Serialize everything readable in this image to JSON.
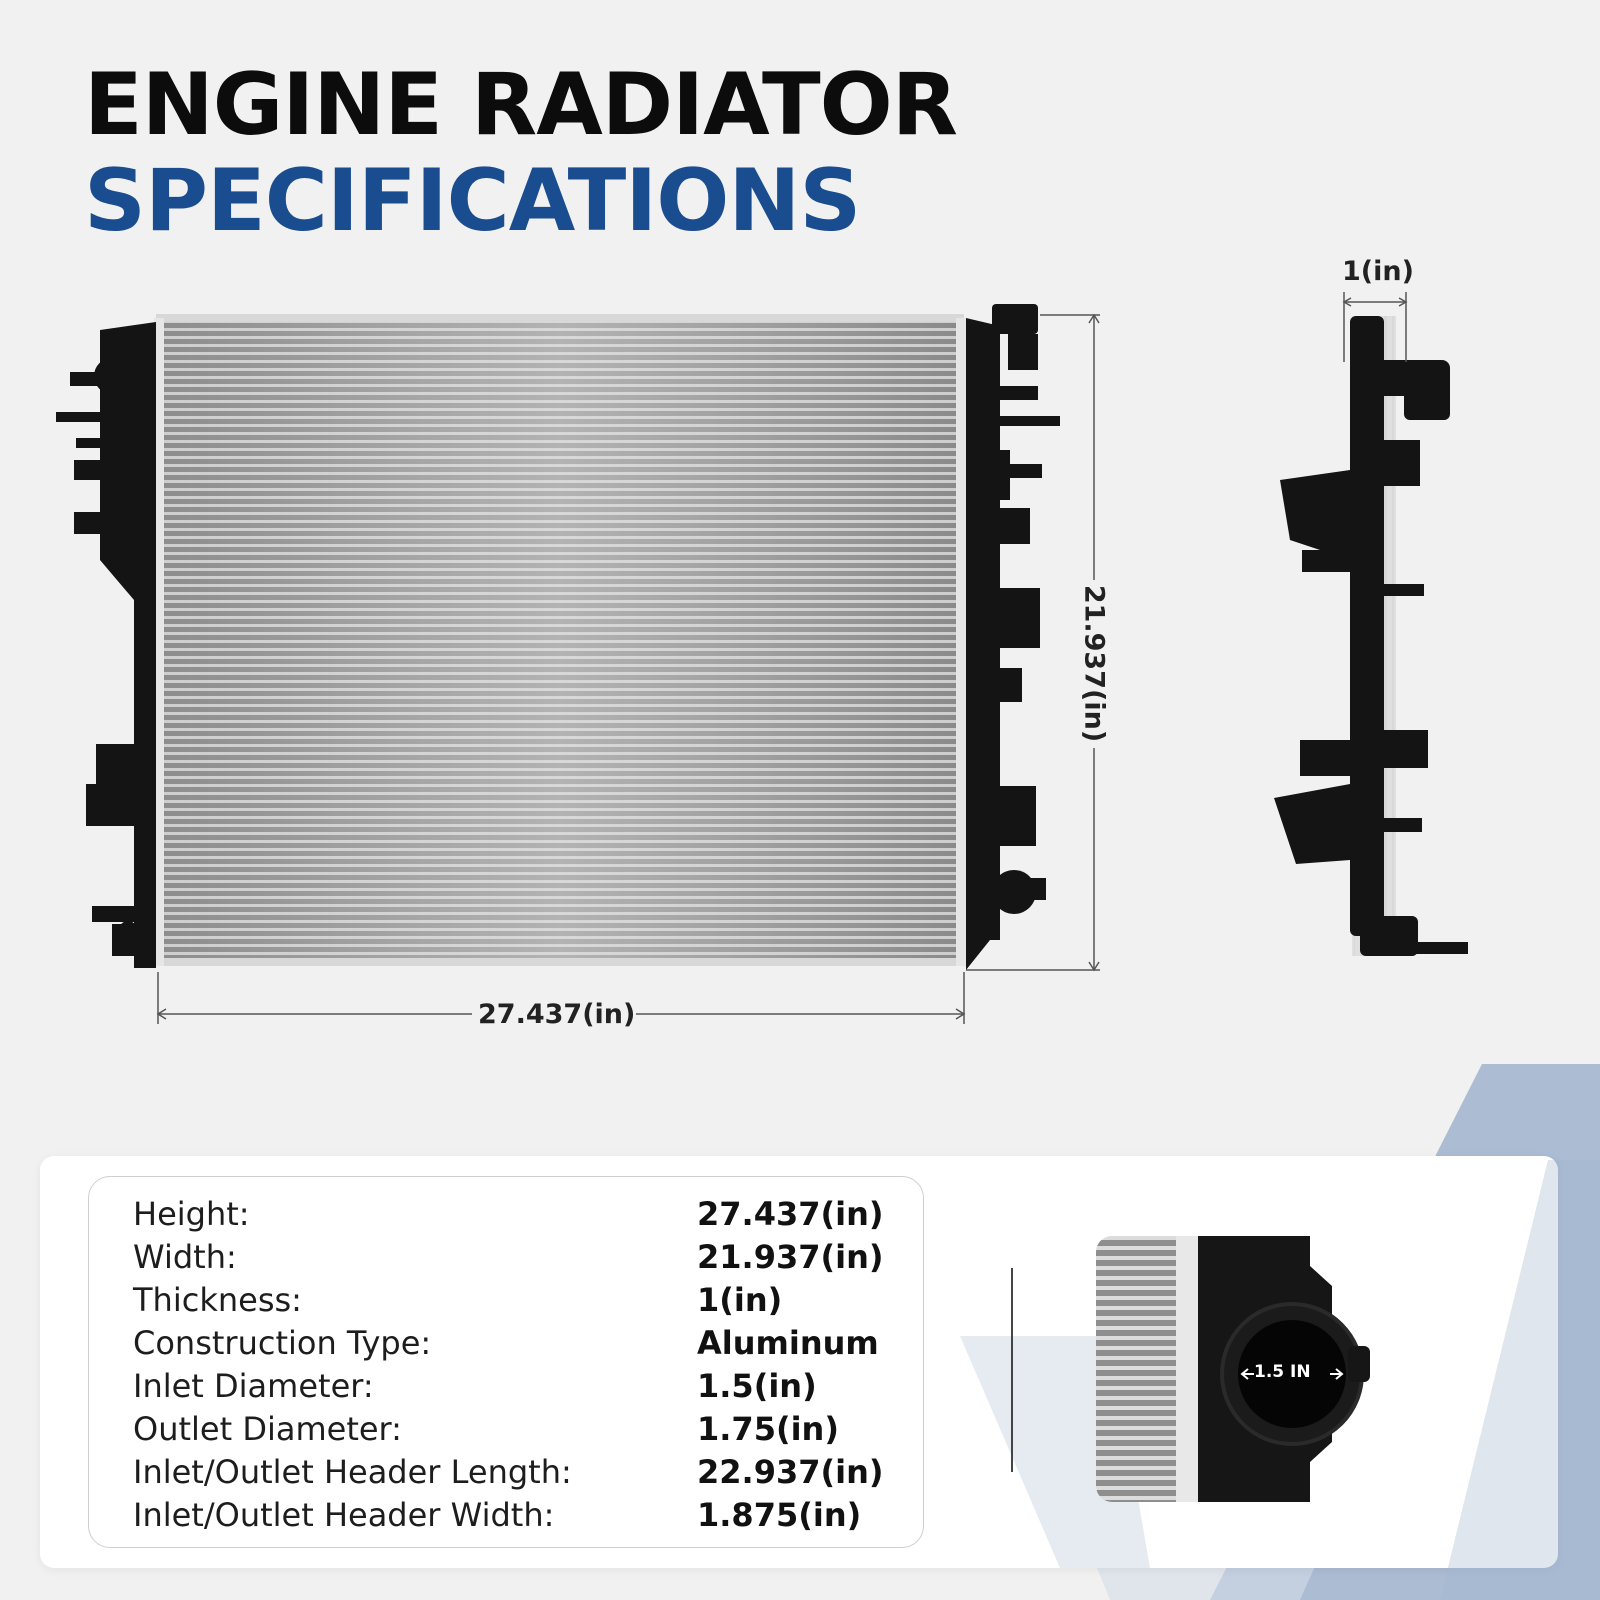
{
  "title": {
    "line1": "ENGINE RADIATOR",
    "line2": "SPECIFICATIONS"
  },
  "diagram": {
    "width_label": "27.437(in)",
    "height_label": "21.937(in)",
    "thickness_label": "1(in)"
  },
  "specs": [
    {
      "label": "Height:",
      "value": "27.437(in)"
    },
    {
      "label": "Width:",
      "value": "21.937(in)"
    },
    {
      "label": "Thickness:",
      "value": "1(in)"
    },
    {
      "label": "Construction Type:",
      "value": "Aluminum"
    },
    {
      "label": "Inlet Diameter:",
      "value": "1.5(in)"
    },
    {
      "label": "Outlet Diameter:",
      "value": "1.75(in)"
    },
    {
      "label": "Inlet/Outlet Header Length:",
      "value": "22.937(in)"
    },
    {
      "label": "Inlet/Outlet Header Width:",
      "value": "1.875(in)"
    }
  ],
  "detail": {
    "inlet_label": "1.5 IN"
  },
  "colors": {
    "accent_blue": "#1a4d8f",
    "deco_blue": "#a3b6cf",
    "plastic_black": "#141414",
    "core_gray": "#9a9a9a"
  }
}
